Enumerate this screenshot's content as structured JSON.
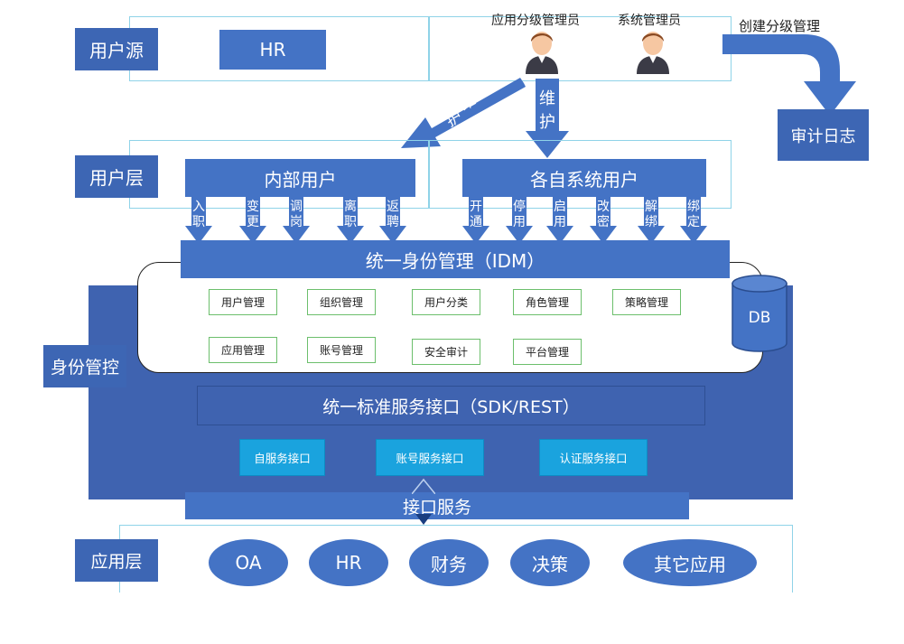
{
  "layers": {
    "source_label": "用户源",
    "user_layer_label": "用户层",
    "identity_label": "身份管控",
    "app_layer_label": "应用层"
  },
  "source": {
    "hr": "HR"
  },
  "admins": {
    "app_admin": "应用分级管理员",
    "sys_admin": "系统管理员",
    "create_mgmt": "创建分级管理",
    "audit_log": "审计日志"
  },
  "arrows": {
    "maintain_left": [
      "维",
      "护"
    ],
    "maintain_down": [
      "维",
      "护"
    ]
  },
  "users": {
    "internal": "内部用户",
    "system": "各自系统用户"
  },
  "lifecycle_internal": [
    [
      "入",
      "职"
    ],
    [
      "变",
      "更"
    ],
    [
      "调",
      "岗"
    ],
    [
      "离",
      "职"
    ],
    [
      "返",
      "聘"
    ]
  ],
  "lifecycle_system": [
    [
      "开",
      "通"
    ],
    [
      "停",
      "用"
    ],
    [
      "启",
      "用"
    ],
    [
      "改",
      "密"
    ],
    [
      "解",
      "绑"
    ],
    [
      "绑",
      "定"
    ]
  ],
  "idm": {
    "title": "统一身份管理（IDM）",
    "functions_row1": [
      "用户管理",
      "组织管理",
      "用户分类",
      "角色管理",
      "策略管理"
    ],
    "functions_row2": [
      "应用管理",
      "账号管理",
      "安全审计",
      "平台管理"
    ],
    "db": "DB"
  },
  "services": {
    "standard_interface": "统一标准服务接口（SDK/REST）",
    "items": [
      "自服务接口",
      "账号服务接口",
      "认证服务接口"
    ],
    "interface_service": "接口服务"
  },
  "apps": [
    "OA",
    "HR",
    "财务",
    "决策",
    "其它应用"
  ],
  "colors": {
    "primary_blue": "#4473c5",
    "dark_blue": "#3f63b0",
    "cyan_service": "#1aa3de",
    "outline_cyan": "#8fd3e8",
    "function_border": "#6cbf6c"
  }
}
